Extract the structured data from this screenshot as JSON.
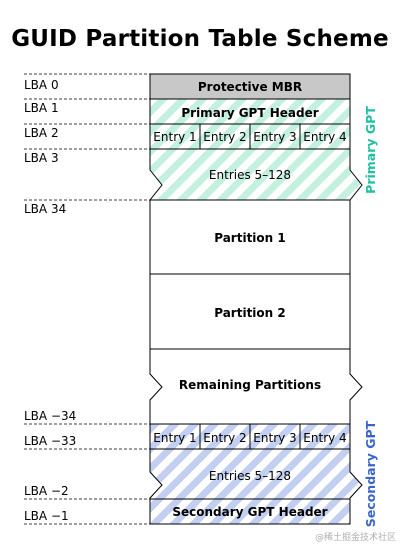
{
  "title": "GUID Partition Table Scheme",
  "lba": {
    "lba0": "LBA 0",
    "lba1": "LBA 1",
    "lba2": "LBA 2",
    "lba3": "LBA 3",
    "lba34": "LBA 34",
    "lbam34": "LBA −34",
    "lbam33": "LBA −33",
    "lbam2": "LBA −2",
    "lbam1": "LBA −1"
  },
  "blocks": {
    "protective_mbr": "Protective MBR",
    "primary_header": "Primary GPT Header",
    "primary_entries": [
      "Entry 1",
      "Entry 2",
      "Entry 3",
      "Entry 4"
    ],
    "primary_rest": "Entries 5–128",
    "partition1": "Partition 1",
    "partition2": "Partition 2",
    "remaining": "Remaining Partitions",
    "secondary_entries": [
      "Entry 1",
      "Entry 2",
      "Entry 3",
      "Entry 4"
    ],
    "secondary_rest": "Entries 5–128",
    "secondary_header": "Secondary GPT Header"
  },
  "side_labels": {
    "primary": "Primary GPT",
    "secondary": "Secondary GPT"
  },
  "watermark": "@稀土掘金技术社区",
  "colors": {
    "primary_stripe": "#c4f0e0",
    "primary_label": "#20c0a0",
    "secondary_stripe": "#c2cff0",
    "secondary_label": "#3a66cc",
    "mbr_fill": "#c8c8c8"
  }
}
